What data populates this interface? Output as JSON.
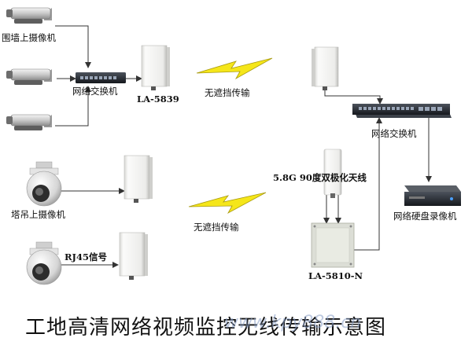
{
  "labels": {
    "wall_camera": "围墙上摄像机",
    "switch_left": "网络交换机",
    "model_left": "LA-5839",
    "link_top": "无遮挡传输",
    "switch_right": "网络交换机",
    "dual_pol_antenna": "5.8G 90度双极化天线",
    "crane_camera": "塔吊上摄像机",
    "link_bottom": "无遮挡传输",
    "rj45": "RJ45信号",
    "model_right": "LA-5810-N",
    "nvr": "网络硬盘录像机"
  },
  "title": "工地高清网络视频监控无线传输示意图",
  "watermark": "www.kpy888.cn",
  "colors": {
    "line": "#333333",
    "bolt_fill": "#f5e61a",
    "bolt_stroke": "#a89a10",
    "panel": "#f4f4f2",
    "panel_edge": "#b9b9b6",
    "switch_body": "#2a2e36",
    "port": "#9aa6b8"
  }
}
